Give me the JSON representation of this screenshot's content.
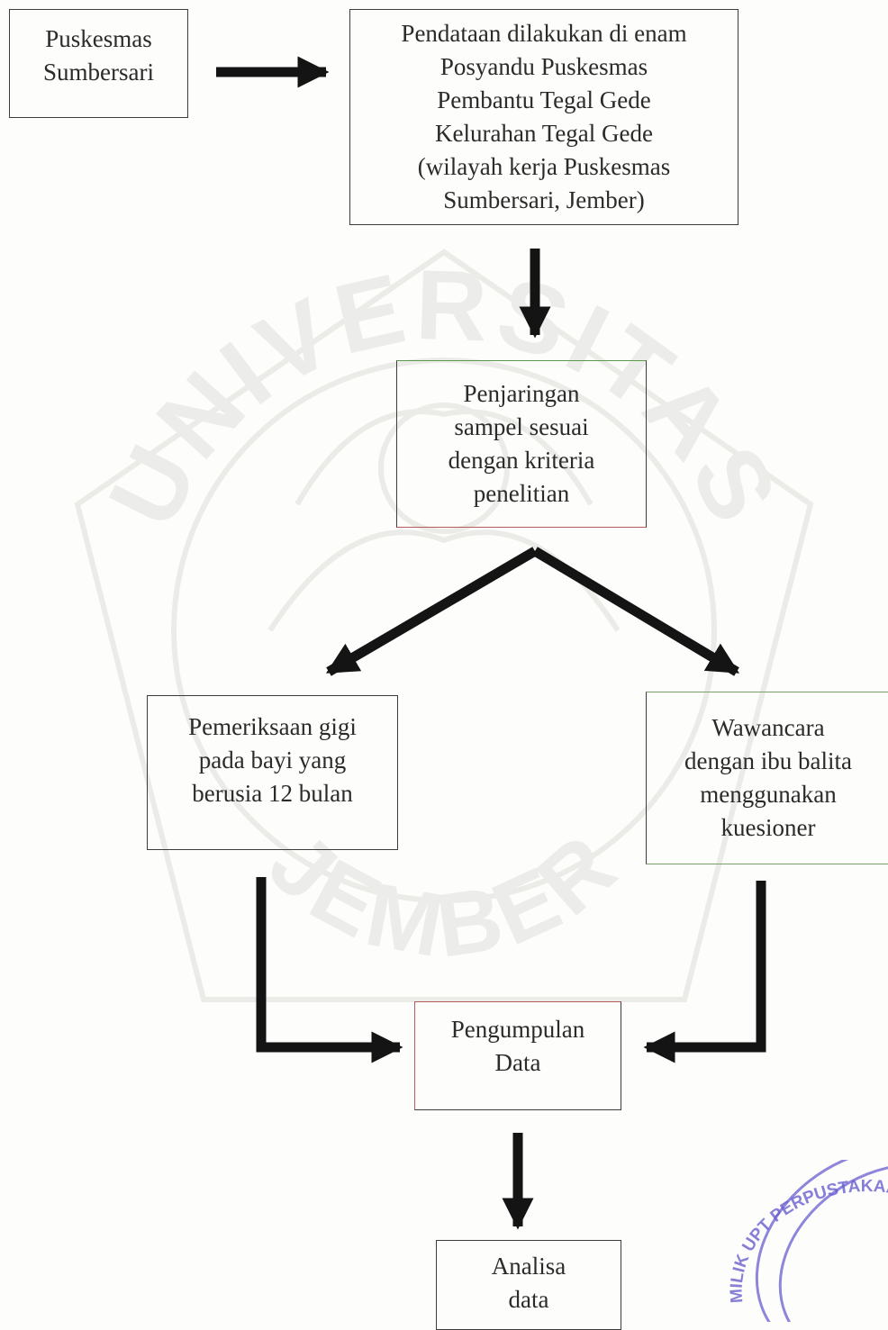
{
  "boxes": {
    "puskesmas": "Puskesmas\nSumbersari",
    "pendataan": "Pendataan dilakukan di enam\nPosyandu Puskesmas\nPembantu Tegal Gede\nKelurahan Tegal Gede\n(wilayah kerja Puskesmas\nSumbersari, Jember)",
    "penjaringan": "Penjaringan\nsampel sesuai\ndengan kriteria\npenelitian",
    "pemeriksaan": "Pemeriksaan gigi\npada bayi yang\nberusia 12 bulan",
    "wawancara": "Wawancara\ndengan ibu balita\nmenggunakan\nkuesioner",
    "pengumpulan": "Pengumpulan\nData",
    "analisa": "Analisa\ndata"
  },
  "watermark": {
    "top_text": "UNIVERSITAS",
    "bottom_text": "JEMBER"
  },
  "stamp": {
    "text": "MILIK UPT PERPUSTAKAAN UNIVERSITAS JEMBER",
    "color": "#6a5fd0"
  },
  "colors": {
    "line": "#141414",
    "box_border": "#3c3c3c",
    "watermark": "#e8e8e4"
  }
}
